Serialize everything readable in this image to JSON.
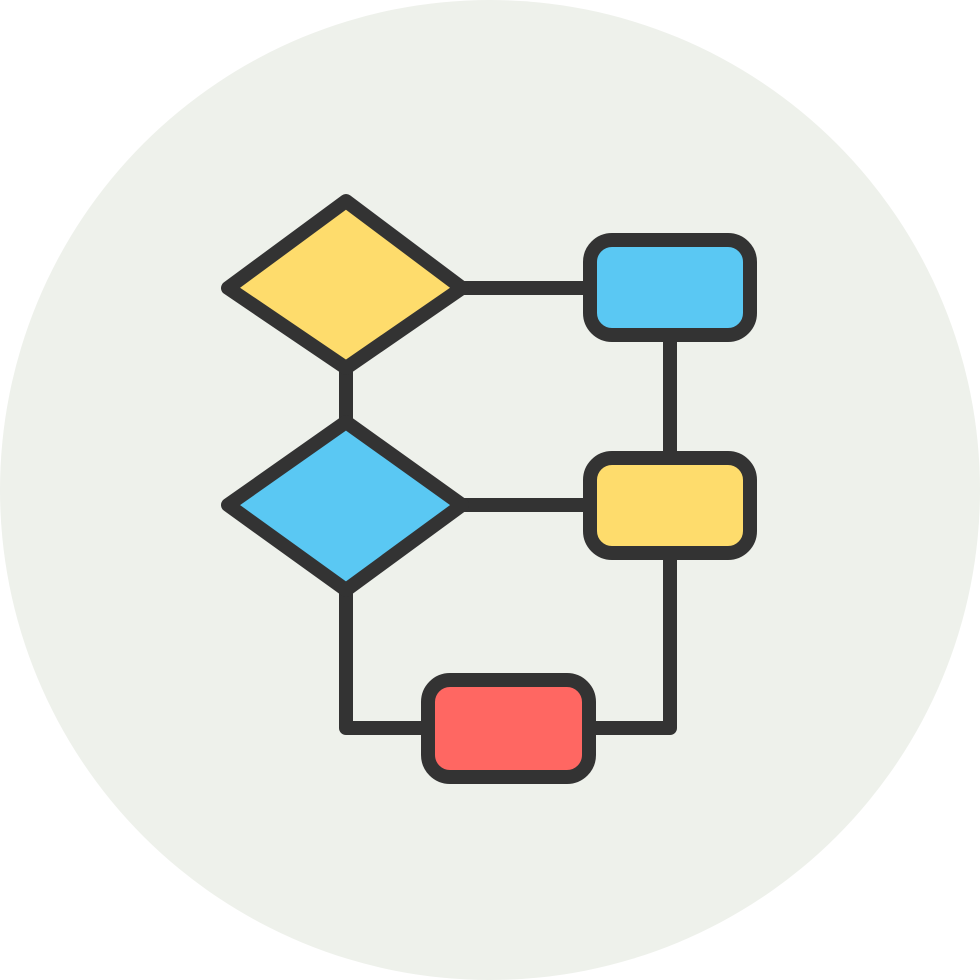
{
  "icon": {
    "name": "flowchart-icon",
    "colors": {
      "background_circle": "#EEF1EB",
      "stroke": "#333333",
      "yellow": "#FEDC6C",
      "blue": "#5AC8F3",
      "red": "#FF6762"
    },
    "shapes": [
      {
        "kind": "decision-diamond",
        "fill": "yellow"
      },
      {
        "kind": "decision-diamond",
        "fill": "blue"
      },
      {
        "kind": "process-box",
        "fill": "blue"
      },
      {
        "kind": "process-box",
        "fill": "yellow"
      },
      {
        "kind": "process-box",
        "fill": "red"
      }
    ]
  }
}
